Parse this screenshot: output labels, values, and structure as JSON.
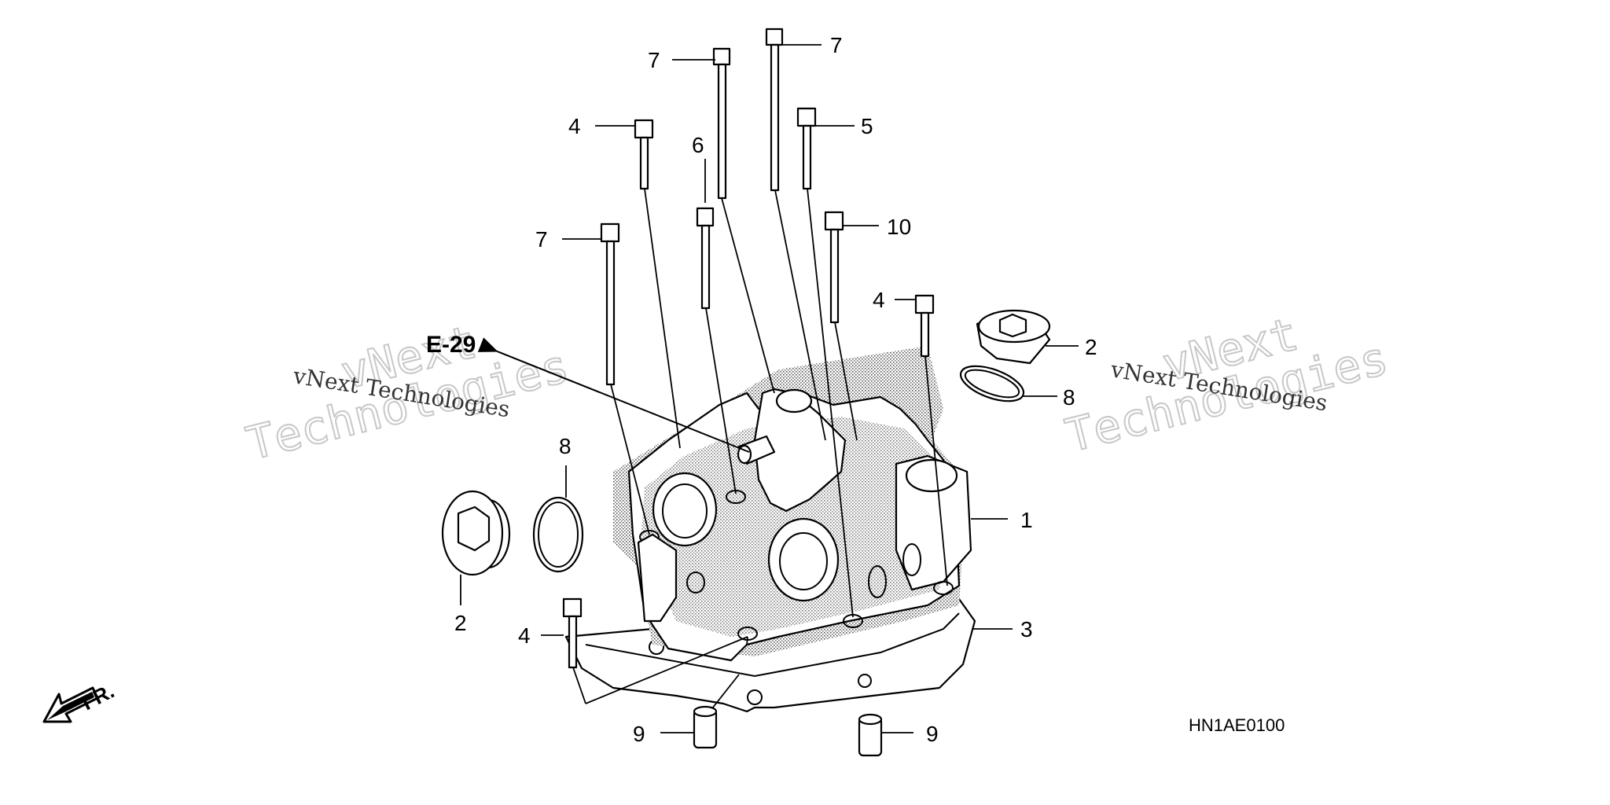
{
  "diagram": {
    "code": "HN1AE0100",
    "reference": "E-29",
    "direction": "FR.",
    "watermarks": [
      {
        "line1": "vNext",
        "line2": "Technologies",
        "caption": "vNext Technologies"
      },
      {
        "line1": "vNext",
        "line2": "Technologies",
        "caption": "vNext Technologies"
      }
    ],
    "callouts": [
      "7",
      "7",
      "4",
      "5",
      "6",
      "10",
      "7",
      "4",
      "2",
      "8",
      "8",
      "1",
      "2",
      "3",
      "4",
      "9",
      "9"
    ]
  }
}
